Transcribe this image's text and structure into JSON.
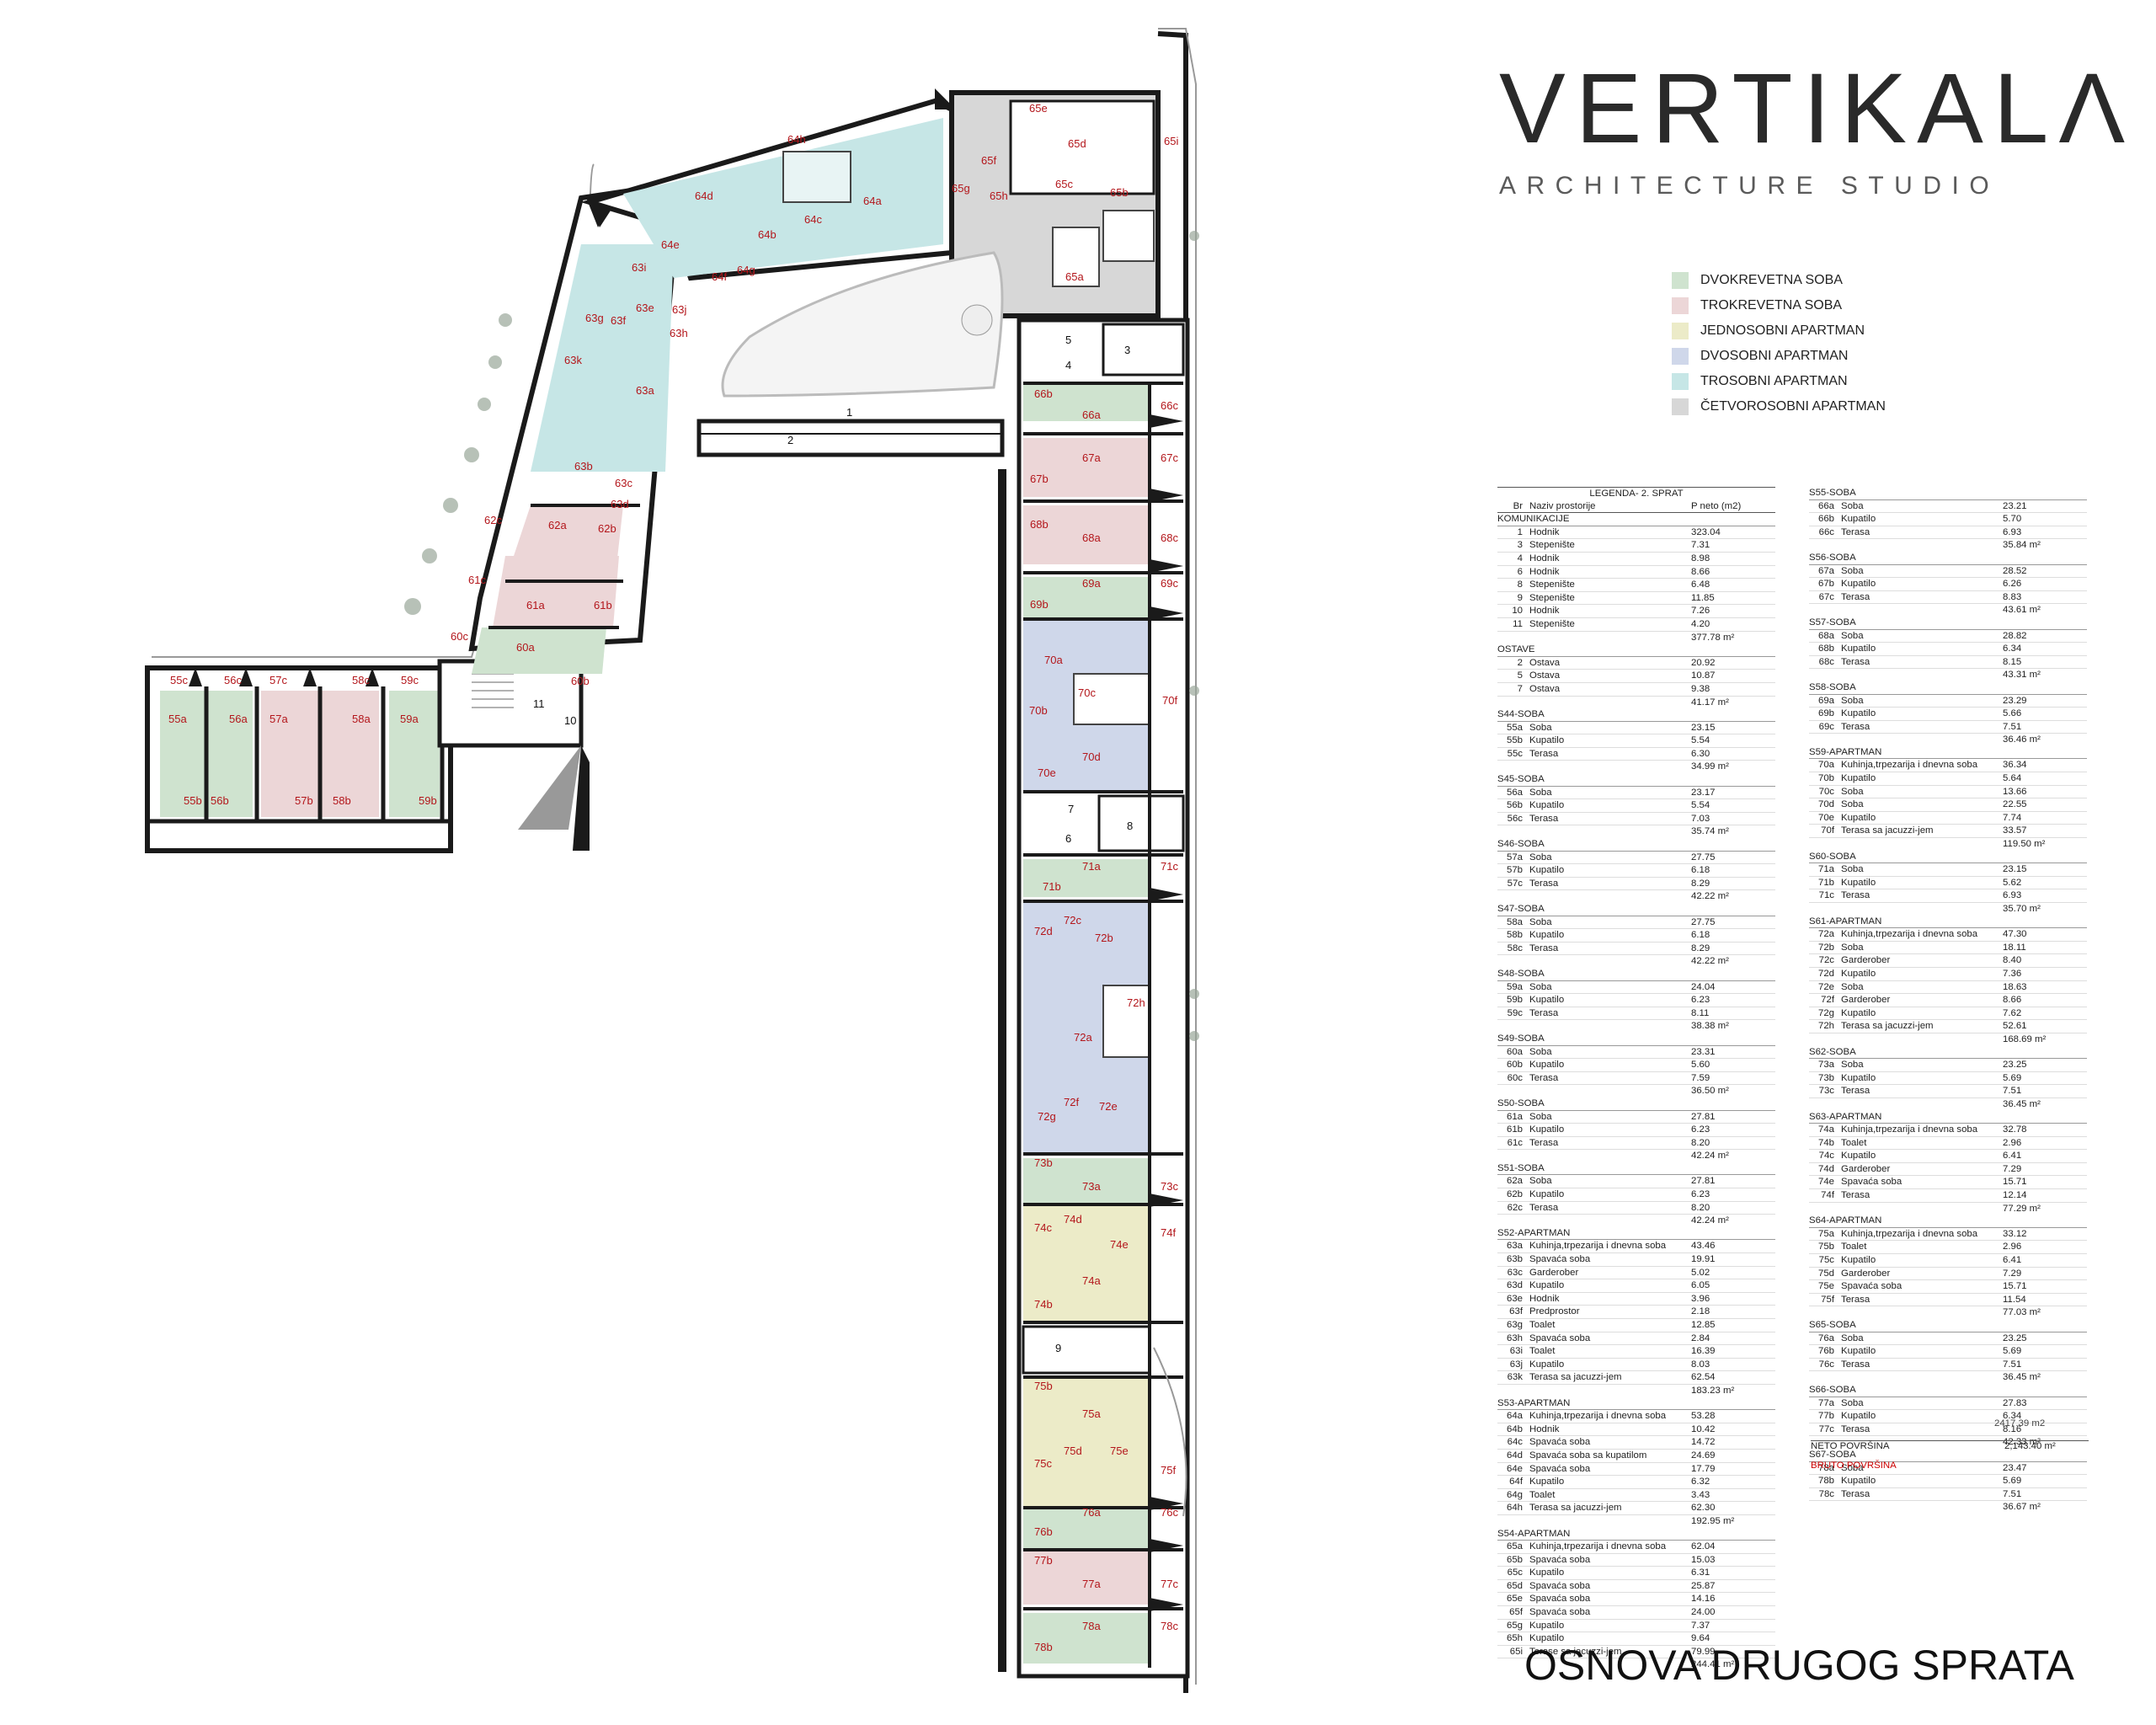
{
  "brand": {
    "name": "VERTIKALΛ",
    "subtitle": "ARCHITECTURE STUDIO"
  },
  "title": "OSNOVA DRUGOG SPRATA",
  "colors": {
    "dvokrevetna": "#cfe3cf",
    "trokrevetna": "#ecd6d7",
    "jednosobni": "#ecebc8",
    "dvosobni": "#cfd7ea",
    "trosobni": "#c6e6e6",
    "cetvorosobni": "#d7d7d7",
    "walls": "#1a1a1a",
    "labels": "#b3161b"
  },
  "color_legend": [
    {
      "label": "DVOKREVETNA SOBA",
      "color": "#cfe3cf"
    },
    {
      "label": "TROKREVETNA SOBA",
      "color": "#ecd6d7"
    },
    {
      "label": "JEDNOSOBNI APARTMAN",
      "color": "#ecebc8"
    },
    {
      "label": "DVOSOBNI APARTMAN",
      "color": "#cfd7ea"
    },
    {
      "label": "TROSOBNI APARTMAN",
      "color": "#c6e6e6"
    },
    {
      "label": "ČETVOROSOBNI APARTMAN",
      "color": "#d7d7d7"
    }
  ],
  "table_header": {
    "title": "LEGENDA- 2. SPRAT",
    "col1": "Br",
    "col2": "Naziv prostorije",
    "col3": "P neto (m2)"
  },
  "table_left": [
    {
      "s": "KOMUNIKACIJE"
    },
    [
      "1",
      "Hodnik",
      "323.04"
    ],
    [
      "3",
      "Stepenište",
      "7.31"
    ],
    [
      "4",
      "Hodnik",
      "8.98"
    ],
    [
      "6",
      "Hodnik",
      "8.66"
    ],
    [
      "8",
      "Stepenište",
      "6.48"
    ],
    [
      "9",
      "Stepenište",
      "11.85"
    ],
    [
      "10",
      "Hodnik",
      "7.26"
    ],
    [
      "11",
      "Stepenište",
      "4.20"
    ],
    {
      "t": "377.78 m²"
    },
    {
      "s": "OSTAVE"
    },
    [
      "2",
      "Ostava",
      "20.92"
    ],
    [
      "5",
      "Ostava",
      "10.87"
    ],
    [
      "7",
      "Ostava",
      "9.38"
    ],
    {
      "t": "41.17 m²"
    },
    {
      "s": "S44-SOBA"
    },
    [
      "55a",
      "Soba",
      "23.15"
    ],
    [
      "55b",
      "Kupatilo",
      "5.54"
    ],
    [
      "55c",
      "Terasa",
      "6.30"
    ],
    {
      "t": "34.99 m²"
    },
    {
      "s": "S45-SOBA"
    },
    [
      "56a",
      "Soba",
      "23.17"
    ],
    [
      "56b",
      "Kupatilo",
      "5.54"
    ],
    [
      "56c",
      "Terasa",
      "7.03"
    ],
    {
      "t": "35.74 m²"
    },
    {
      "s": "S46-SOBA"
    },
    [
      "57a",
      "Soba",
      "27.75"
    ],
    [
      "57b",
      "Kupatilo",
      "6.18"
    ],
    [
      "57c",
      "Terasa",
      "8.29"
    ],
    {
      "t": "42.22 m²"
    },
    {
      "s": "S47-SOBA"
    },
    [
      "58a",
      "Soba",
      "27.75"
    ],
    [
      "58b",
      "Kupatilo",
      "6.18"
    ],
    [
      "58c",
      "Terasa",
      "8.29"
    ],
    {
      "t": "42.22 m²"
    },
    {
      "s": "S48-SOBA"
    },
    [
      "59a",
      "Soba",
      "24.04"
    ],
    [
      "59b",
      "Kupatilo",
      "6.23"
    ],
    [
      "59c",
      "Terasa",
      "8.11"
    ],
    {
      "t": "38.38 m²"
    },
    {
      "s": "S49-SOBA"
    },
    [
      "60a",
      "Soba",
      "23.31"
    ],
    [
      "60b",
      "Kupatilo",
      "5.60"
    ],
    [
      "60c",
      "Terasa",
      "7.59"
    ],
    {
      "t": "36.50 m²"
    },
    {
      "s": "S50-SOBA"
    },
    [
      "61a",
      "Soba",
      "27.81"
    ],
    [
      "61b",
      "Kupatilo",
      "6.23"
    ],
    [
      "61c",
      "Terasa",
      "8.20"
    ],
    {
      "t": "42.24 m²"
    },
    {
      "s": "S51-SOBA"
    },
    [
      "62a",
      "Soba",
      "27.81"
    ],
    [
      "62b",
      "Kupatilo",
      "6.23"
    ],
    [
      "62c",
      "Terasa",
      "8.20"
    ],
    {
      "t": "42.24 m²"
    },
    {
      "s": "S52-APARTMAN"
    },
    [
      "63a",
      "Kuhinja,trpezarija i dnevna soba",
      "43.46"
    ],
    [
      "63b",
      "Spavaća soba",
      "19.91"
    ],
    [
      "63c",
      "Garderober",
      "5.02"
    ],
    [
      "63d",
      "Kupatilo",
      "6.05"
    ],
    [
      "63e",
      "Hodnik",
      "3.96"
    ],
    [
      "63f",
      "Predprostor",
      "2.18"
    ],
    [
      "63g",
      "Toalet",
      "12.85"
    ],
    [
      "63h",
      "Spavaća soba",
      "2.84"
    ],
    [
      "63i",
      "Toalet",
      "16.39"
    ],
    [
      "63j",
      "Kupatilo",
      "8.03"
    ],
    [
      "63k",
      "Terasa sa jacuzzi-jem",
      "62.54"
    ],
    {
      "t": "183.23 m²"
    },
    {
      "s": "S53-APARTMAN"
    },
    [
      "64a",
      "Kuhinja,trpezarija i dnevna soba",
      "53.28"
    ],
    [
      "64b",
      "Hodnik",
      "10.42"
    ],
    [
      "64c",
      "Spavaća soba",
      "14.72"
    ],
    [
      "64d",
      "Spavaća soba sa kupatilom",
      "24.69"
    ],
    [
      "64e",
      "Spavaća soba",
      "17.79"
    ],
    [
      "64f",
      "Kupatilo",
      "6.32"
    ],
    [
      "64g",
      "Toalet",
      "3.43"
    ],
    [
      "64h",
      "Terasa sa jacuzzi-jem",
      "62.30"
    ],
    {
      "t": "192.95 m²"
    },
    {
      "s": "S54-APARTMAN"
    },
    [
      "65a",
      "Kuhinja,trpezarija i dnevna soba",
      "62.04"
    ],
    [
      "65b",
      "Spavaća soba",
      "15.03"
    ],
    [
      "65c",
      "Kupatilo",
      "6.31"
    ],
    [
      "65d",
      "Spavaća soba",
      "25.87"
    ],
    [
      "65e",
      "Spavaća soba",
      "14.16"
    ],
    [
      "65f",
      "Spavaća soba",
      "24.00"
    ],
    [
      "65g",
      "Kupatilo",
      "7.37"
    ],
    [
      "65h",
      "Kupatilo",
      "9.64"
    ],
    [
      "65i",
      "Terase sa jacuzzi-jem",
      "79.99"
    ],
    {
      "t": "244.41 m²"
    }
  ],
  "table_right": [
    {
      "s": "S55-SOBA"
    },
    [
      "66a",
      "Soba",
      "23.21"
    ],
    [
      "66b",
      "Kupatilo",
      "5.70"
    ],
    [
      "66c",
      "Terasa",
      "6.93"
    ],
    {
      "t": "35.84 m²"
    },
    {
      "s": "S56-SOBA"
    },
    [
      "67a",
      "Soba",
      "28.52"
    ],
    [
      "67b",
      "Kupatilo",
      "6.26"
    ],
    [
      "67c",
      "Terasa",
      "8.83"
    ],
    {
      "t": "43.61 m²"
    },
    {
      "s": "S57-SOBA"
    },
    [
      "68a",
      "Soba",
      "28.82"
    ],
    [
      "68b",
      "Kupatilo",
      "6.34"
    ],
    [
      "68c",
      "Terasa",
      "8.15"
    ],
    {
      "t": "43.31 m²"
    },
    {
      "s": "S58-SOBA"
    },
    [
      "69a",
      "Soba",
      "23.29"
    ],
    [
      "69b",
      "Kupatilo",
      "5.66"
    ],
    [
      "69c",
      "Terasa",
      "7.51"
    ],
    {
      "t": "36.46 m²"
    },
    {
      "s": "S59-APARTMAN"
    },
    [
      "70a",
      "Kuhinja,trpezarija i dnevna soba",
      "36.34"
    ],
    [
      "70b",
      "Kupatilo",
      "5.64"
    ],
    [
      "70c",
      "Soba",
      "13.66"
    ],
    [
      "70d",
      "Soba",
      "22.55"
    ],
    [
      "70e",
      "Kupatilo",
      "7.74"
    ],
    [
      "70f",
      "Terasa sa jacuzzi-jem",
      "33.57"
    ],
    {
      "t": "119.50 m²"
    },
    {
      "s": "S60-SOBA"
    },
    [
      "71a",
      "Soba",
      "23.15"
    ],
    [
      "71b",
      "Kupatilo",
      "5.62"
    ],
    [
      "71c",
      "Terasa",
      "6.93"
    ],
    {
      "t": "35.70 m²"
    },
    {
      "s": "S61-APARTMAN"
    },
    [
      "72a",
      "Kuhinja,trpezarija i dnevna soba",
      "47.30"
    ],
    [
      "72b",
      "Soba",
      "18.11"
    ],
    [
      "72c",
      "Garderober",
      "8.40"
    ],
    [
      "72d",
      "Kupatilo",
      "7.36"
    ],
    [
      "72e",
      "Soba",
      "18.63"
    ],
    [
      "72f",
      "Garderober",
      "8.66"
    ],
    [
      "72g",
      "Kupatilo",
      "7.62"
    ],
    [
      "72h",
      "Terasa sa jacuzzi-jem",
      "52.61"
    ],
    {
      "t": "168.69 m²"
    },
    {
      "s": "S62-SOBA"
    },
    [
      "73a",
      "Soba",
      "23.25"
    ],
    [
      "73b",
      "Kupatilo",
      "5.69"
    ],
    [
      "73c",
      "Terasa",
      "7.51"
    ],
    {
      "t": "36.45 m²"
    },
    {
      "s": "S63-APARTMAN"
    },
    [
      "74a",
      "Kuhinja,trpezarija i dnevna soba",
      "32.78"
    ],
    [
      "74b",
      "Toalet",
      "2.96"
    ],
    [
      "74c",
      "Kupatilo",
      "6.41"
    ],
    [
      "74d",
      "Garderober",
      "7.29"
    ],
    [
      "74e",
      "Spavaća soba",
      "15.71"
    ],
    [
      "74f",
      "Terasa",
      "12.14"
    ],
    {
      "t": "77.29 m²"
    },
    {
      "s": "S64-APARTMAN"
    },
    [
      "75a",
      "Kuhinja,trpezarija i dnevna soba",
      "33.12"
    ],
    [
      "75b",
      "Toalet",
      "2.96"
    ],
    [
      "75c",
      "Kupatilo",
      "6.41"
    ],
    [
      "75d",
      "Garderober",
      "7.29"
    ],
    [
      "75e",
      "Spavaća soba",
      "15.71"
    ],
    [
      "75f",
      "Terasa",
      "11.54"
    ],
    {
      "t": "77.03 m²"
    },
    {
      "s": "S65-SOBA"
    },
    [
      "76a",
      "Soba",
      "23.25"
    ],
    [
      "76b",
      "Kupatilo",
      "5.69"
    ],
    [
      "76c",
      "Terasa",
      "7.51"
    ],
    {
      "t": "36.45 m²"
    },
    {
      "s": "S66-SOBA"
    },
    [
      "77a",
      "Soba",
      "27.83"
    ],
    [
      "77b",
      "Kupatilo",
      "6.34"
    ],
    [
      "77c",
      "Terasa",
      "8.16"
    ],
    {
      "t": "42.33 m²"
    },
    {
      "s": "S67-SOBA"
    },
    [
      "78a",
      "Soba",
      "23.47"
    ],
    [
      "78b",
      "Kupatilo",
      "5.69"
    ],
    [
      "78c",
      "Terasa",
      "7.51"
    ],
    {
      "t": "36.67 m²"
    }
  ],
  "overlap_value": "2417.39 m2",
  "netto": {
    "label": "NETO POVRŠINA",
    "value": "2,143.40 m²"
  },
  "bruto": {
    "label": "BRUTO POVRŠINA"
  }
}
